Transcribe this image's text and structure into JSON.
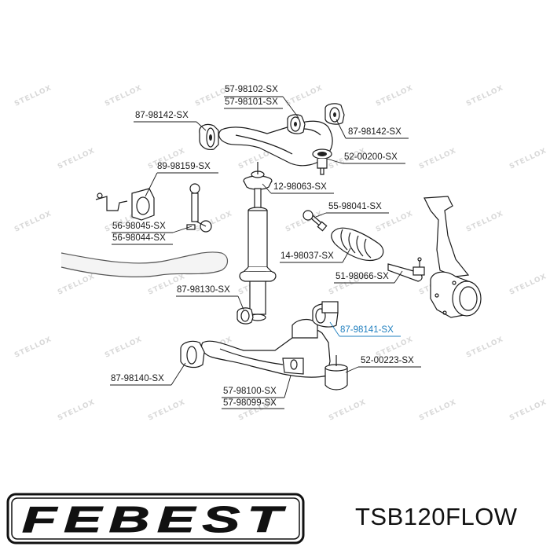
{
  "diagram": {
    "part_labels": [
      {
        "id": "p1",
        "text": "57-98102-SX"
      },
      {
        "id": "p2",
        "text": "57-98101-SX"
      },
      {
        "id": "p3",
        "text": "87-98142-SX"
      },
      {
        "id": "p4",
        "text": "87-98142-SX"
      },
      {
        "id": "p5",
        "text": "52-00200-SX"
      },
      {
        "id": "p6",
        "text": "89-98159-SX"
      },
      {
        "id": "p7",
        "text": "12-98063-SX"
      },
      {
        "id": "p8",
        "text": "55-98041-SX"
      },
      {
        "id": "p9",
        "text": "56-98045-SX"
      },
      {
        "id": "p10",
        "text": "56-98044-SX"
      },
      {
        "id": "p11",
        "text": "14-98037-SX"
      },
      {
        "id": "p12",
        "text": "51-98066-SX"
      },
      {
        "id": "p13",
        "text": "87-98130-SX"
      },
      {
        "id": "p14",
        "text": "87-98141-SX",
        "highlighted": true
      },
      {
        "id": "p15",
        "text": "52-00223-SX"
      },
      {
        "id": "p16",
        "text": "87-98140-SX"
      },
      {
        "id": "p17",
        "text": "57-98100-SX"
      },
      {
        "id": "p18",
        "text": "57-98099-SX"
      }
    ],
    "watermark_text": "STELLOX",
    "colors": {
      "line": "#1a1a1a",
      "highlight": "#1f7fbf",
      "watermark": "#d9d9d9"
    }
  },
  "footer": {
    "brand_logo": "FEBEST",
    "part_code": "TSB120FLOW"
  }
}
